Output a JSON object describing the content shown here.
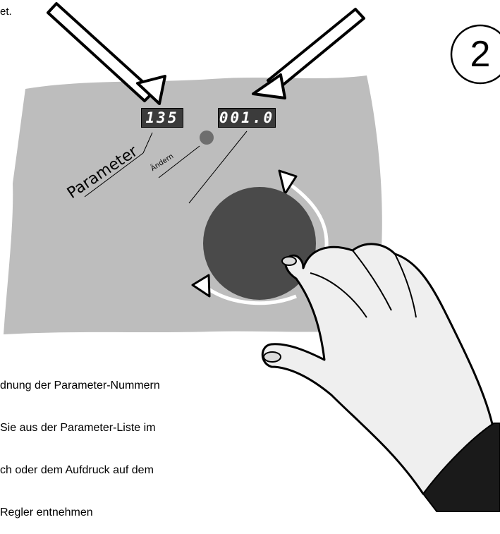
{
  "top_fragment": "et.",
  "display": {
    "parameter_number": "135",
    "parameter_value": "001.0"
  },
  "labels": {
    "parameter": "Parameter",
    "change": "Ändern"
  },
  "step_number": "2",
  "caption_lines": [
    "dnung der Parameter-Nummern",
    "Sie aus der Parameter-Liste im",
    "ch oder dem Aufdruck auf dem",
    "Regler entnehmen"
  ],
  "colors": {
    "panel": "#bdbdbd",
    "knob": "#4a4a4a",
    "display_bg": "#3b3b3b",
    "led": "#6e6e6e",
    "hand": "#efefef"
  }
}
